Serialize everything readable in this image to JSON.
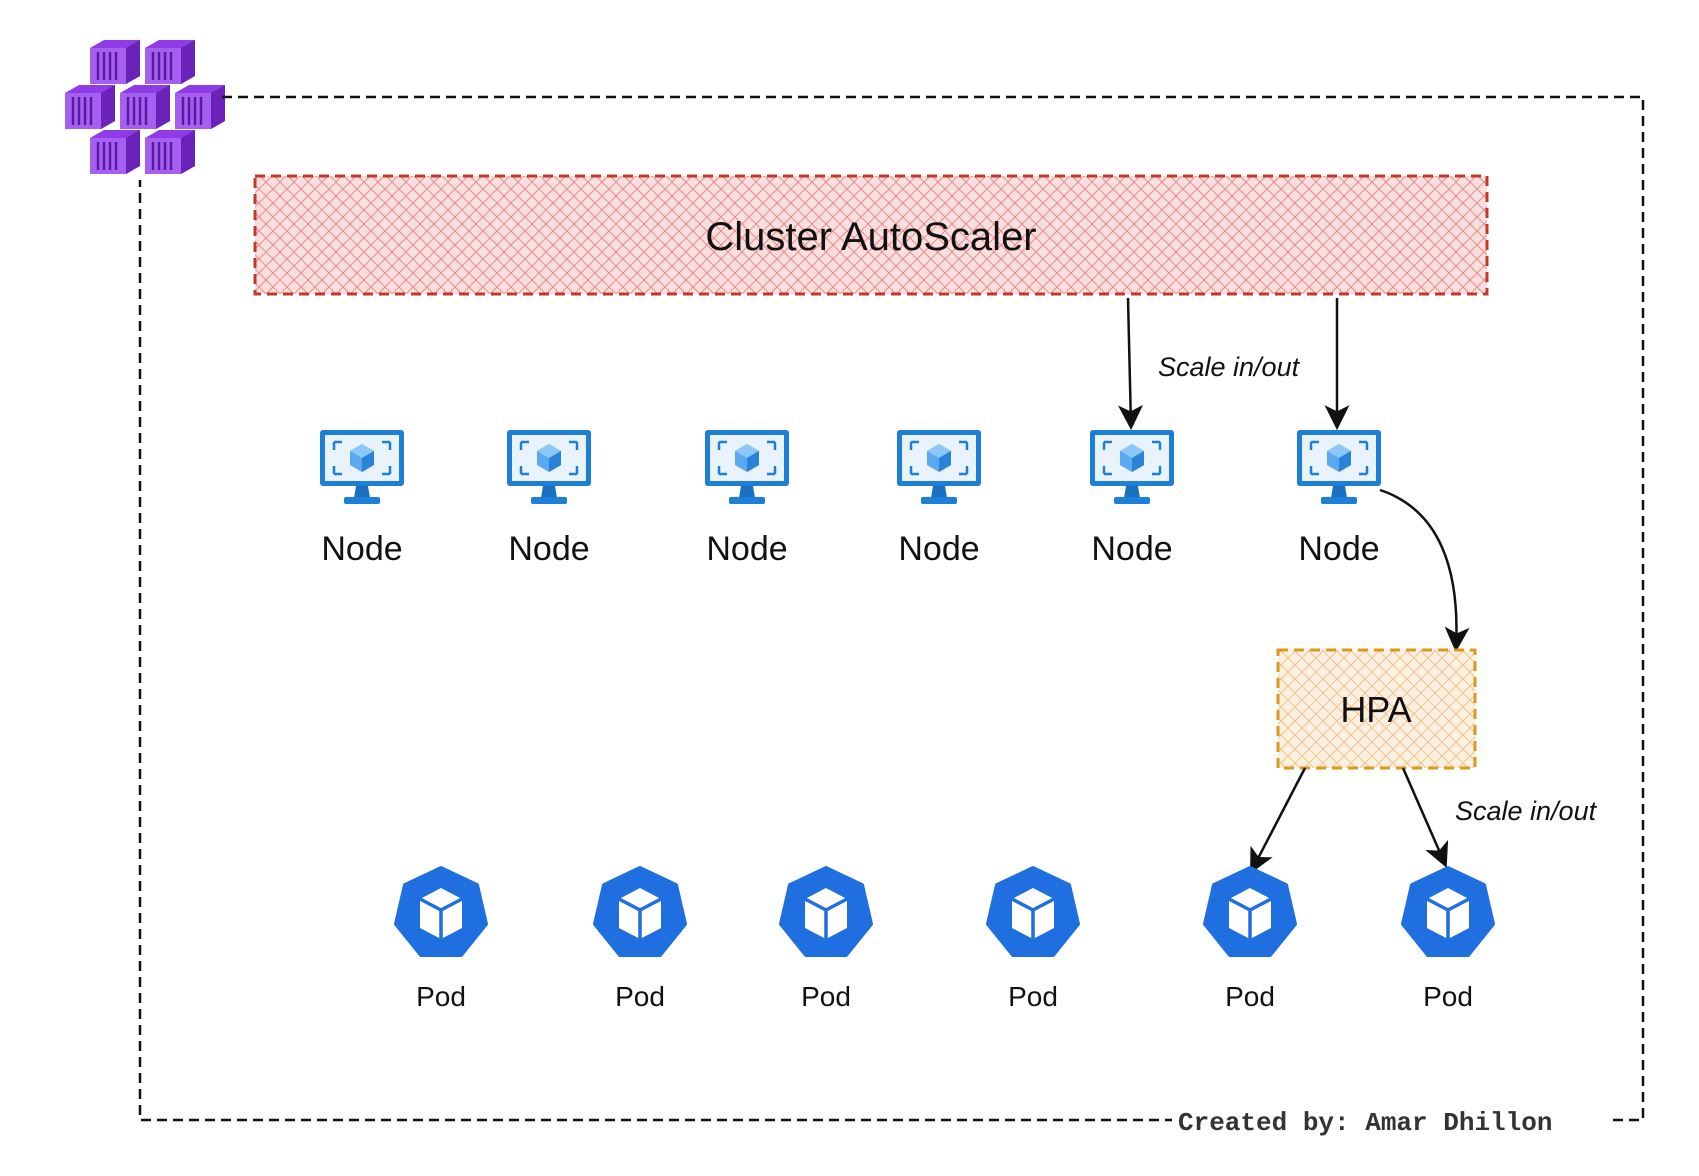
{
  "cluster_autoscaler": {
    "label": "Cluster AutoScaler"
  },
  "hpa": {
    "label": "HPA"
  },
  "scale_labels": {
    "autoscaler_to_nodes": "Scale in/out",
    "hpa_to_pods": "Scale in/out"
  },
  "nodes": [
    {
      "label": "Node"
    },
    {
      "label": "Node"
    },
    {
      "label": "Node"
    },
    {
      "label": "Node"
    },
    {
      "label": "Node"
    },
    {
      "label": "Node"
    }
  ],
  "pods": [
    {
      "label": "Pod"
    },
    {
      "label": "Pod"
    },
    {
      "label": "Pod"
    },
    {
      "label": "Pod"
    },
    {
      "label": "Pod"
    },
    {
      "label": "Pod"
    }
  ],
  "credit": "Created by: Amar Dhillon",
  "icons": {
    "logo": "aks-containers-icon",
    "node": "virtual-machine-icon",
    "pod": "kubernetes-pod-icon"
  },
  "colors": {
    "autoscaler_border": "#c0392b",
    "autoscaler_fill": "#f8c9c9",
    "hpa_border": "#d99a1f",
    "hpa_fill": "#fbe5c8",
    "node_blue": "#1e7fd6",
    "node_cube": "#5aa9f0",
    "pod_blue": "#1f6fe0",
    "logo_purple": "#8f3ce8"
  }
}
